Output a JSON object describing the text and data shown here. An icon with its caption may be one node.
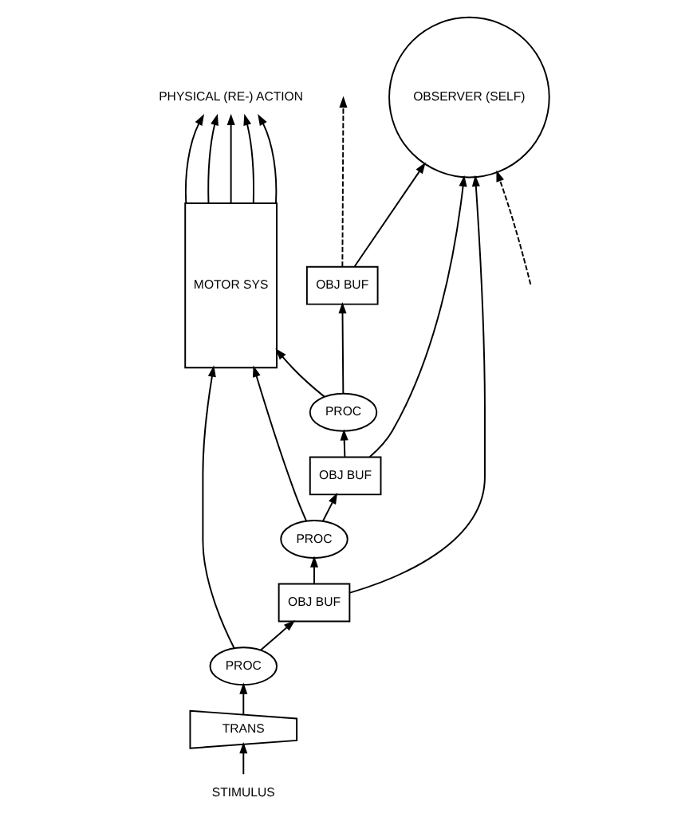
{
  "diagram": {
    "nodes": [
      {
        "text": [
          "OBJ BUF"
        ]
      },
      {
        "text": [
          "PROC"
        ]
      },
      {
        "text": [
          "OBJ BUF"
        ]
      },
      {
        "text": [
          "OBSERVER (SELF)"
        ]
      },
      {
        "text": [
          "PROC"
        ]
      },
      {
        "text": [
          "MOTOR SYS"
        ]
      },
      {
        "text": [
          "OBJ BUF"
        ]
      },
      {
        "text": [
          "PROC"
        ]
      },
      {
        "text": [
          "TRANS"
        ]
      },
      {
        "text": [
          "STIMULUS"
        ]
      },
      {
        "text": [
          "PHYSICAL (RE-) ACTION"
        ]
      }
    ],
    "edges": [
      {
        "from": 0,
        "to": null,
        "arrow": "to",
        "style": "dashed"
      },
      {
        "from": 1,
        "to": 0,
        "arrow": "to"
      },
      {
        "from": 0,
        "to": 3,
        "arrow": "to"
      },
      {
        "from": null,
        "to": 3,
        "arrow": "to",
        "style": "dashed"
      },
      {
        "from": 1,
        "to": 5,
        "arrow": "to"
      },
      {
        "from": 2,
        "to": 1,
        "arrow": "to"
      },
      {
        "from": 4,
        "to": 2,
        "arrow": "to"
      },
      {
        "from": 2,
        "to": 3,
        "arrow": "to"
      },
      {
        "from": 4,
        "to": 5,
        "arrow": "to"
      },
      {
        "from": 6,
        "to": 4,
        "arrow": "to"
      },
      {
        "from": 7,
        "to": 6,
        "arrow": "to"
      },
      {
        "from": 6,
        "to": 3,
        "arrow": "to"
      },
      {
        "from": 7,
        "to": 5,
        "arrow": "to"
      },
      {
        "from": 8,
        "to": 7,
        "arrow": "to"
      },
      {
        "from": 9,
        "to": 8,
        "arrow": "to"
      },
      {
        "from": 5,
        "to": 10,
        "arrow": "to"
      },
      {
        "from": 5,
        "to": 10,
        "arrow": "to"
      },
      {
        "from": 5,
        "to": 10,
        "arrow": "to"
      },
      {
        "from": 5,
        "to": 10,
        "arrow": "to"
      },
      {
        "from": 5,
        "to": 10,
        "arrow": "to"
      }
    ]
  }
}
